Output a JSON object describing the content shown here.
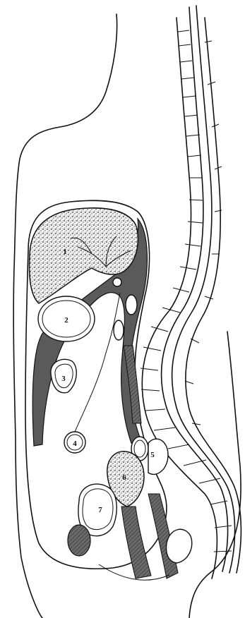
{
  "figure": {
    "labels": [
      "1",
      "2",
      "3",
      "4",
      "5",
      "6",
      "7"
    ],
    "colors": {
      "ink": "#111111",
      "background": "#ffffff",
      "cavity": "#5a5a5a",
      "liver": "#e8e8e8"
    }
  }
}
